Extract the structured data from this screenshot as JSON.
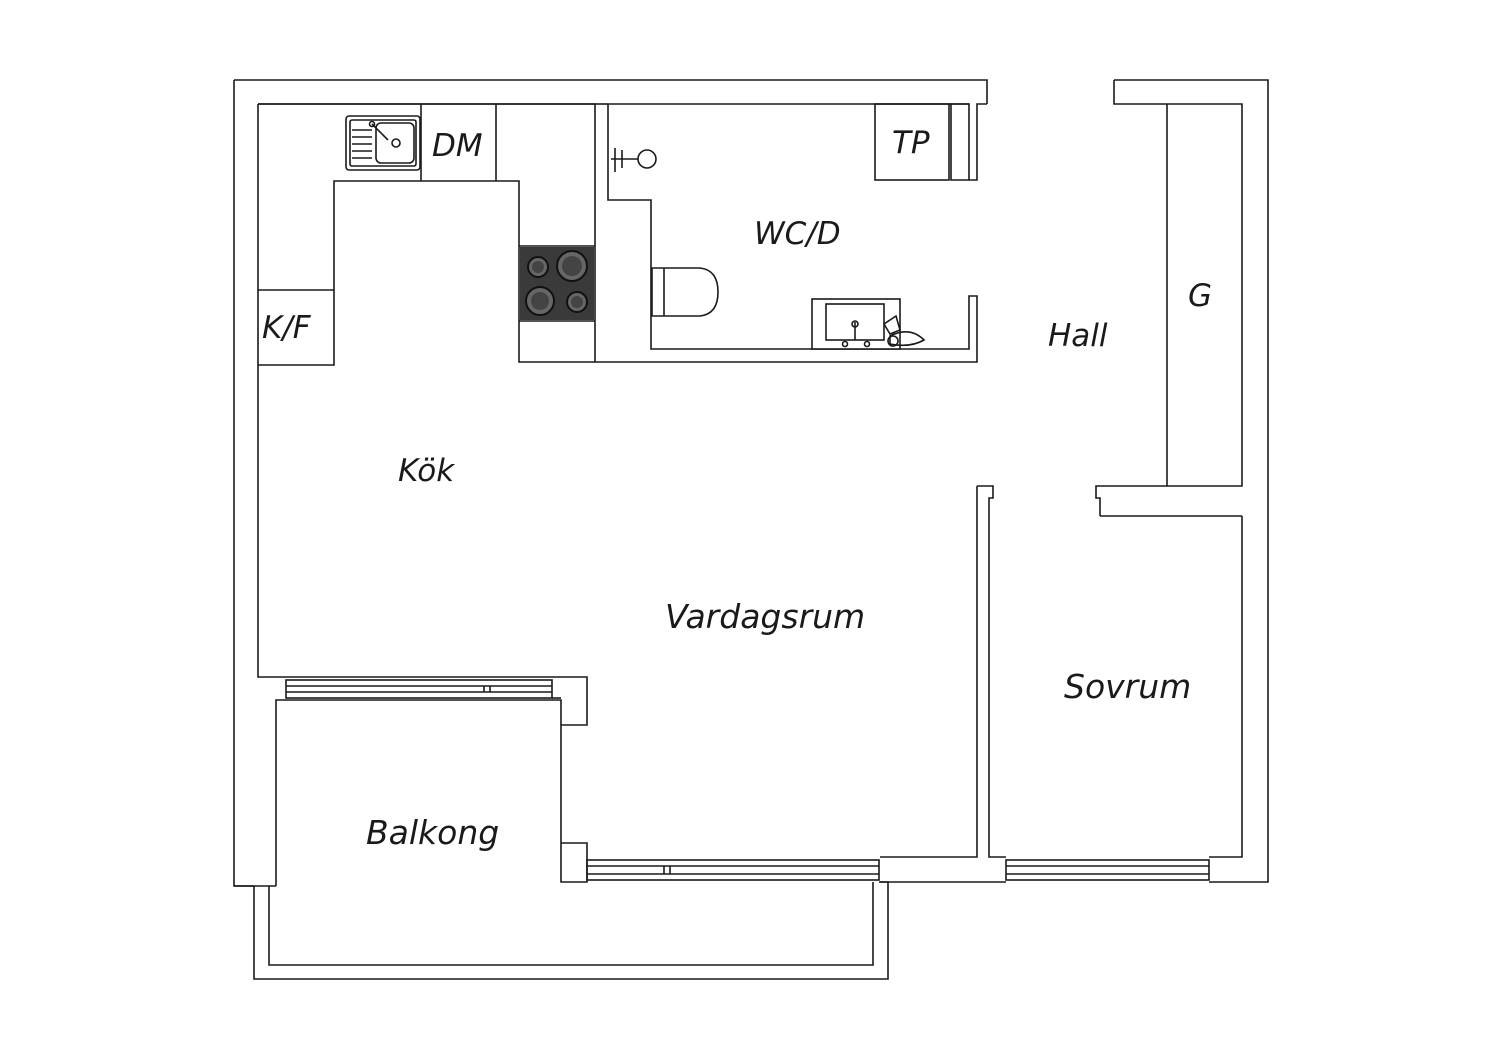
{
  "colors": {
    "line": "#1a1a1a",
    "background": "#ffffff",
    "stove": "#3a3a3a"
  },
  "rooms": {
    "kitchen": "Kök",
    "living_room": "Vardagsrum",
    "bathroom": "WC/D",
    "hall": "Hall",
    "bedroom": "Sovrum",
    "balcony": "Balkong",
    "dishwasher": "DM",
    "fridge_freezer": "K/F",
    "drying_cabinet": "TP",
    "wardrobe": "G"
  },
  "icons": {
    "sink": "kitchen-sink-icon",
    "stove": "stove-icon",
    "shower": "shower-icon",
    "toilet": "toilet-icon",
    "washbasin": "washbasin-icon"
  }
}
